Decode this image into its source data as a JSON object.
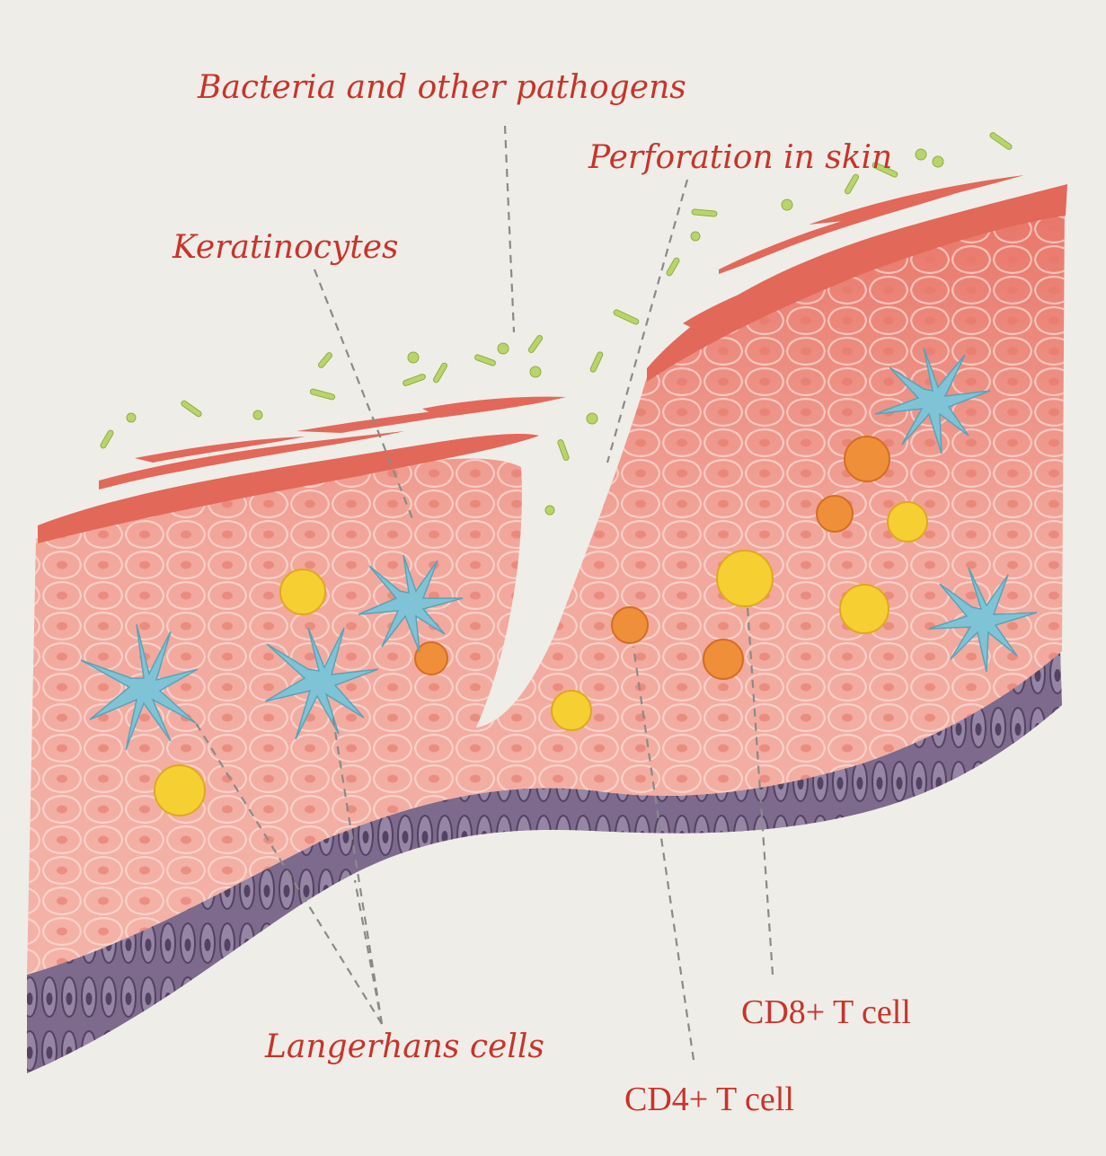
{
  "labels": {
    "bacteria": "Bacteria and other pathogens",
    "perforation": "Perforation in skin",
    "keratinocytes": "Keratinocytes",
    "langerhans": "Langerhans cells",
    "cd8": "CD8+ T cell",
    "cd4": "CD4+ T cell"
  },
  "colors": {
    "fabric": "#efede8",
    "stratum_corneum": "#e2685a",
    "epidermis_upper": "#ec8d82",
    "epidermis_lower": "#f6c6bd",
    "basal_layer": "#7d6a8c",
    "basal_dark": "#5d4b6c",
    "langerhans_cell": "#7fc3d6",
    "cd8_t_cell": "#f6cf32",
    "cd4_t_cell": "#ef8f3a",
    "bacteria": "#b9d56a",
    "label_text": "#c8342a",
    "leader_line": "#8a8a8a"
  }
}
